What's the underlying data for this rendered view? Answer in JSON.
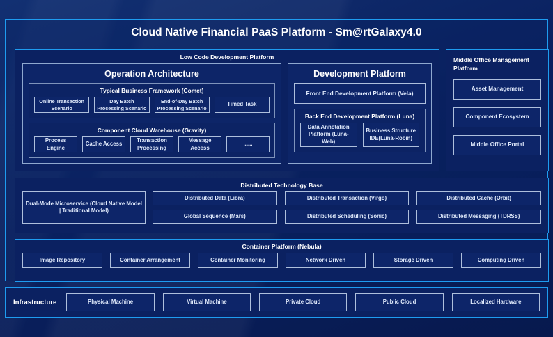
{
  "title": "Cloud Native Financial PaaS Platform - Sm@rtGalaxy4.0",
  "colors": {
    "background": "#0a2060",
    "accent_border": "#1e9cf0",
    "panel_fill": "#0b2161",
    "chip_border": "#aebfdc",
    "text": "#ffffff"
  },
  "low_code": {
    "title": "Low Code Development Platform",
    "operation_architecture": {
      "title": "Operation Architecture",
      "typical_business_framework": {
        "title": "Typical Business Framework (Comet)",
        "items": [
          "Online Transaction Scenario",
          "Day Batch Processing Scenario",
          "End-of-Day Batch Processing Scenario",
          "Timed Task"
        ]
      },
      "component_cloud_warehouse": {
        "title": "Component Cloud Warehouse (Gravity)",
        "items": [
          "Process Engine",
          "Cache Access",
          "Transaction Processing",
          "Message Access",
          "......"
        ]
      }
    },
    "development_platform": {
      "title": "Development Platform",
      "front_end": "Front End Development Platform (Vela)",
      "back_end": {
        "title": "Back End Development Platform (Luna)",
        "items": [
          "Data Annotation Platform (Luna-Web)",
          "Business Structure IDE(Luna-Robin)"
        ]
      }
    }
  },
  "middle_office": {
    "title": "Middle Office Management Platform",
    "items": [
      "Asset Management",
      "Component Ecosystem",
      "Middle Office Portal"
    ]
  },
  "distributed_technology_base": {
    "title": "Distributed Technology Base",
    "dual_mode": "Dual-Mode Microservice (Cloud Native Model | Traditional Model)",
    "items": [
      "Distributed Data (Libra)",
      "Distributed Transaction (Virgo)",
      "Distributed Cache (Orbit)",
      "Global Sequence (Mars)",
      "Distributed Scheduling (Sonic)",
      "Distributed Messaging (TDRSS)"
    ]
  },
  "container_platform": {
    "title": "Container Platform (Nebula)",
    "items": [
      "Image Repository",
      "Container Arrangement",
      "Container Monitoring",
      "Network Driven",
      "Storage Driven",
      "Computing Driven"
    ]
  },
  "infrastructure": {
    "label": "Infrastructure",
    "items": [
      "Physical Machine",
      "Virtual Machine",
      "Private Cloud",
      "Public Cloud",
      "Localized Hardware"
    ]
  }
}
